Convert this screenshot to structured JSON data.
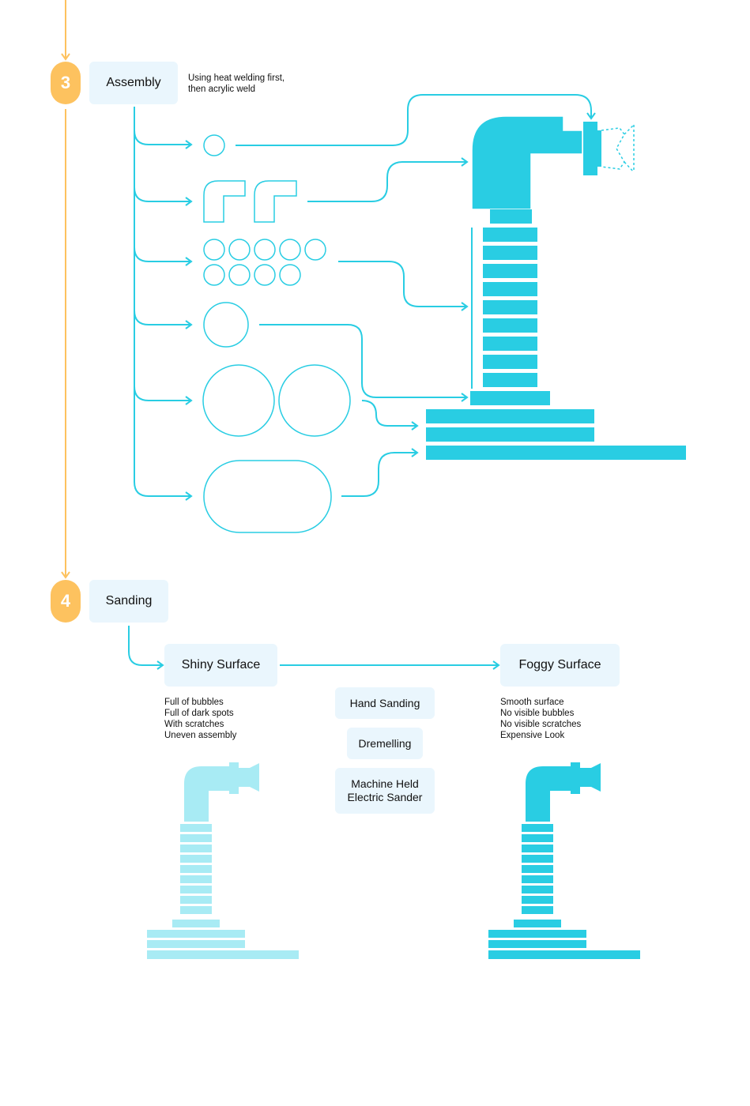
{
  "colors": {
    "accent": "#29cde3",
    "accent_light": "#a8ebf4",
    "step": "#fdc25f",
    "box_bg": "#eaf6fd"
  },
  "steps": [
    {
      "number": "3",
      "title": "Assembly",
      "note": [
        "Using heat welding first,",
        "then acrylic weld"
      ]
    },
    {
      "number": "4",
      "title": "Sanding"
    }
  ],
  "sanding": {
    "before": {
      "title": "Shiny Surface",
      "notes": [
        "Full of bubbles",
        "Full of dark spots",
        "With scratches",
        "Uneven assembly"
      ]
    },
    "after": {
      "title": "Foggy Surface",
      "notes": [
        "Smooth surface",
        "No visible bubbles",
        "No visible scratches",
        "Expensive Look"
      ]
    },
    "methods": [
      {
        "label": "Hand Sanding"
      },
      {
        "label": "Dremelling"
      },
      {
        "label": "Machine Held Electric Sander"
      }
    ]
  }
}
